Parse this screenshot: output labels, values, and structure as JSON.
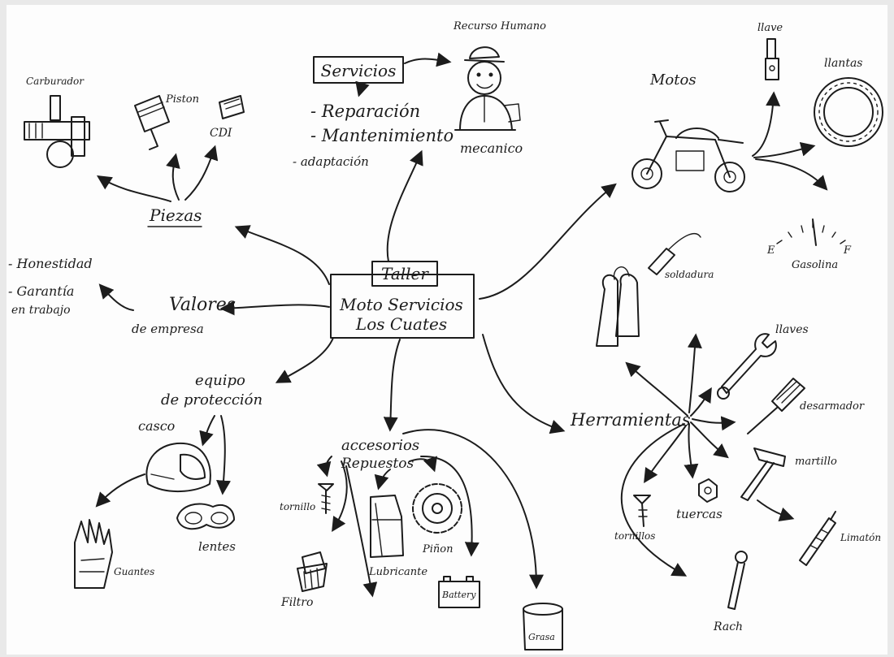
{
  "center": {
    "tag": "Taller",
    "line1": "Moto Servicios",
    "line2": "Los Cuates"
  },
  "servicios": {
    "title": "Servicios",
    "items": [
      "- Reparación",
      "- Mantenimiento",
      "- adaptación"
    ],
    "recurso": "Recurso Humano",
    "mecanico": "mecanico"
  },
  "piezas": {
    "title": "Piezas",
    "carburador": "Carburador",
    "piston": "Piston",
    "cdi": "CDI"
  },
  "valores": {
    "title1": "Valores",
    "title2": "de empresa",
    "items": [
      "- Honestidad",
      "- Garantía",
      "en trabajo"
    ]
  },
  "proteccion": {
    "title1": "equipo",
    "title2": "de protección",
    "casco": "casco",
    "lentes": "lentes",
    "guantes": "Guantes"
  },
  "accesorios": {
    "title1": "accesorios",
    "title2": "Repuestos",
    "tornillo": "tornillo",
    "filtro": "Filtro",
    "lubricante": "Lubricante",
    "pinon": "Piñon",
    "battery": "Battery",
    "grasa": "Grasa"
  },
  "motos": {
    "title": "Motos",
    "llave": "llave",
    "llantas": "llantas",
    "gasolina": "Gasolina",
    "gauge_e": "E",
    "gauge_f": "F"
  },
  "herramientas": {
    "title": "Herramientas",
    "soldadura": "soldadura",
    "llaves": "llaves",
    "desarmador": "desarmador",
    "martillo": "martillo",
    "limaton": "Limatón",
    "tuercas": "tuercas",
    "tornillos": "tornillos",
    "rach": "Rach"
  },
  "colors": {
    "ink": "#1c1c1c",
    "paper": "#fdfdfd",
    "background": "#e9e9e9"
  }
}
